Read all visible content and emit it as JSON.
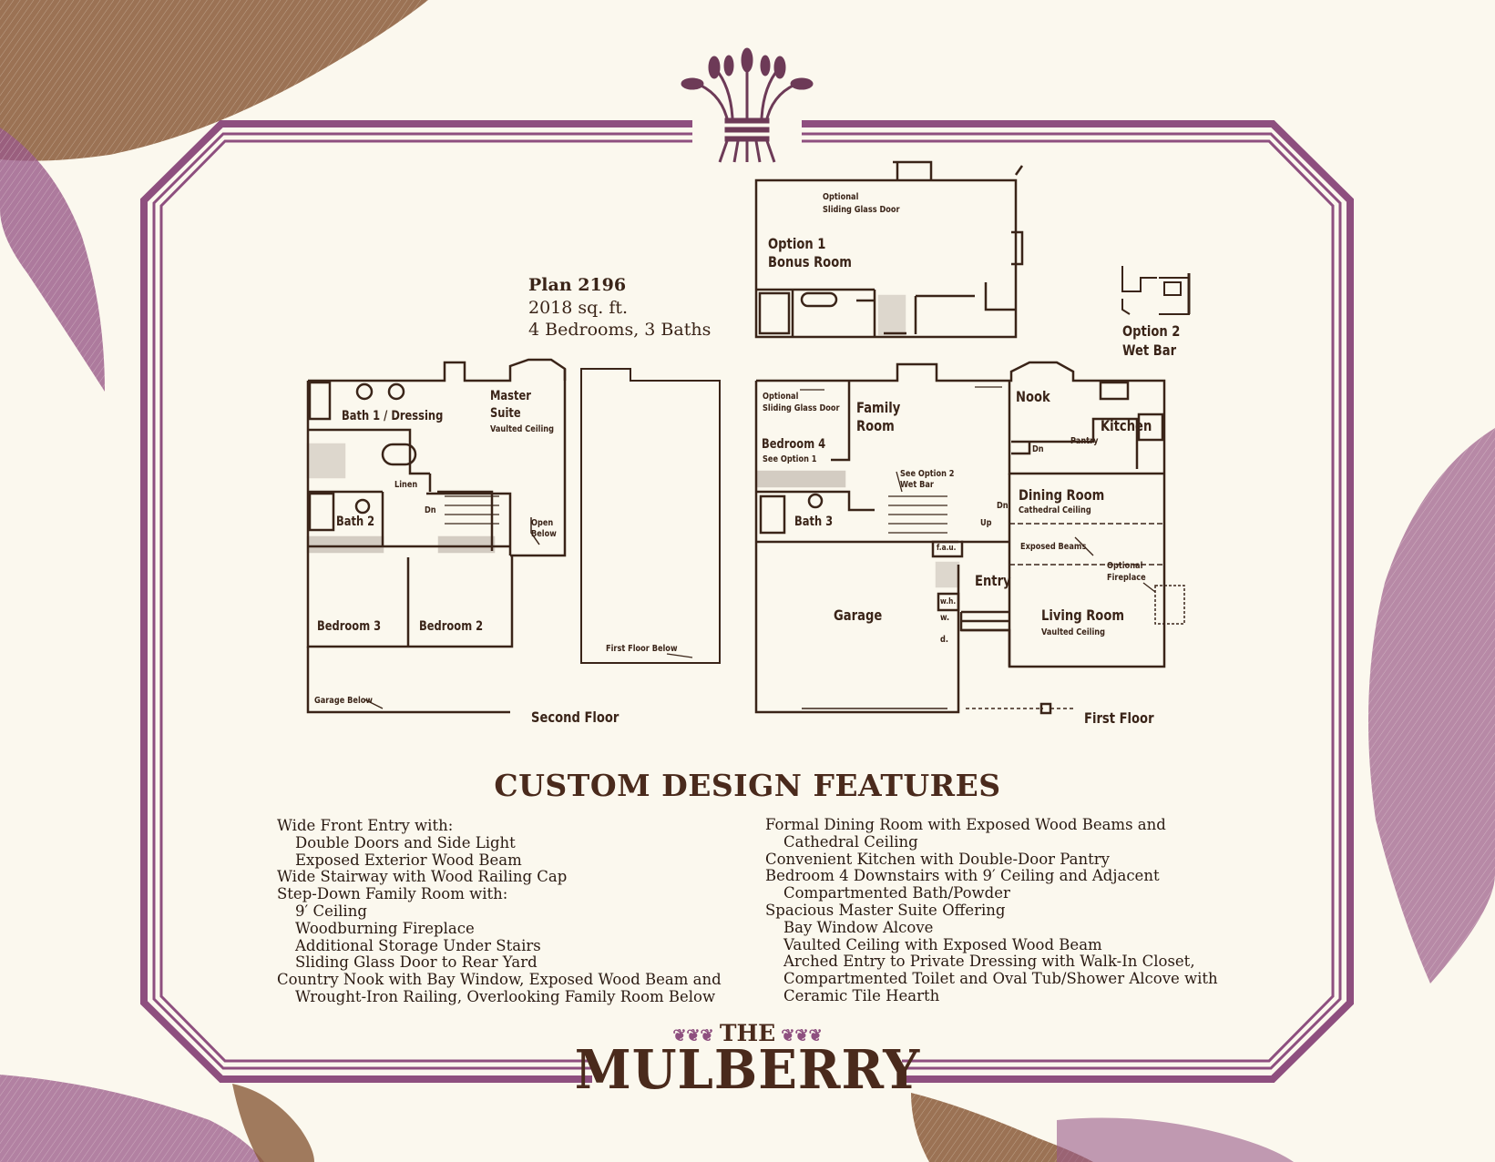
{
  "colors": {
    "frame": "#8e4f7f",
    "ink": "#3a2418",
    "leaf_brown": "#8a5a38",
    "leaf_purple": "#9a5a88",
    "paper": "#fbf8ee"
  },
  "plan": {
    "title": "Plan 2196",
    "area": "2018 sq. ft.",
    "rooms": "4 Bedrooms, 3 Baths"
  },
  "second_floor": {
    "caption": "Second Floor",
    "labels": {
      "bath1": "Bath 1 / Dressing",
      "master": "Master",
      "suite": "Suite",
      "vaulted": "Vaulted Ceiling",
      "linen": "Linen",
      "dn": "Dn",
      "open": "Open",
      "below": "Below",
      "bath2": "Bath 2",
      "bed3": "Bedroom  3",
      "bed2": "Bedroom  2",
      "garage_below": "Garage  Below",
      "first_below": "First  Floor  Below"
    }
  },
  "option1": {
    "sliding1": "Optional",
    "sliding2": "Sliding Glass Door",
    "title1": "Option  1",
    "title2": "Bonus  Room"
  },
  "option2": {
    "title1": "Option  2",
    "title2": "Wet  Bar"
  },
  "first_floor": {
    "caption": "First  Floor",
    "labels": {
      "sliding1": "Optional",
      "sliding2": "Sliding Glass Door",
      "family1": "Family",
      "family2": "Room",
      "nook": "Nook",
      "kitchen": "Kitchen",
      "bed4": "Bedroom  4",
      "see_opt1": "See  Option  1",
      "see_opt2a": "See  Option  2",
      "see_opt2b": "Wet  Bar",
      "dn1": "Dn",
      "pantry": "Pantry",
      "dining": "Dining  Room",
      "cathedral": "Cathedral  Ceiling",
      "dn2": "Dn",
      "up": "Up",
      "bath3": "Bath  3",
      "fau": "f.a.u.",
      "exposed": "Exposed  Beams",
      "opt_fire1": "Optional",
      "opt_fire2": "Fireplace",
      "entry": "Entry",
      "wh": "w.h.",
      "w": "w.",
      "d": "d.",
      "garage": "Garage",
      "living": "Living  Room",
      "living_vault": "Vaulted  Ceiling"
    }
  },
  "features": {
    "heading": "CUSTOM DESIGN FEATURES",
    "left": [
      "Wide Front Entry with:",
      "Double Doors and Side Light",
      "Exposed Exterior Wood Beam",
      "Wide Stairway with Wood Railing Cap",
      "Step-Down Family Room with:",
      "9′ Ceiling",
      "Woodburning Fireplace",
      "Additional Storage Under Stairs",
      "Sliding Glass Door to Rear Yard",
      "Country Nook with Bay Window, Exposed Wood Beam and",
      "Wrought-Iron Railing, Overlooking Family Room Below"
    ],
    "right": [
      "Formal Dining Room with Exposed Wood Beams and",
      "Cathedral Ceiling",
      "Convenient Kitchen with Double-Door Pantry",
      "Bedroom 4 Downstairs with 9′ Ceiling and Adjacent",
      "Compartmented Bath/Powder",
      "Spacious Master Suite Offering",
      "Bay Window Alcove",
      "Vaulted Ceiling with Exposed Wood Beam",
      "Arched Entry to Private Dressing with Walk-In Closet,",
      "Compartmented Toilet and Oval Tub/Shower Alcove with",
      "Ceramic Tile Hearth"
    ]
  },
  "brand": {
    "the": "THE",
    "name": "MULBERRY"
  }
}
